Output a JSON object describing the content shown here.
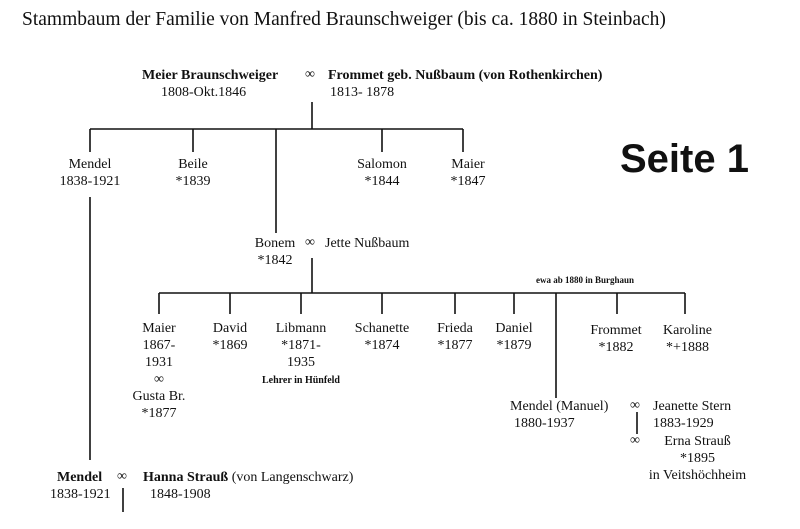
{
  "title": "Stammbaum der Familie von Manfred Braunschweiger (bis ca. 1880 in Steinbach)",
  "page_label": "Seite 1",
  "marriage_symbol": "∞",
  "root": {
    "husband": {
      "name": "Meier Braunschweiger",
      "dates": "1808-Okt.1846"
    },
    "wife": {
      "name": "Frommet geb. Nußbaum (von Rothenkirchen)",
      "dates": "1813- 1878"
    }
  },
  "gen2": [
    {
      "name": "Mendel",
      "dates": "1838-1921"
    },
    {
      "name": "Beile",
      "dates": "*1839"
    },
    {
      "name": "Bonem",
      "dates": "*1842",
      "spouse": "Jette Nußbaum"
    },
    {
      "name": "Salomon",
      "dates": "*1844"
    },
    {
      "name": "Maier",
      "dates": "*1847"
    }
  ],
  "note_burghaun": "ewa ab 1880 in Burghaun",
  "gen3": [
    {
      "name": "Maier",
      "dates": "1867-\n1931",
      "spouse": "Gusta Br.",
      "spouse_dates": "*1877"
    },
    {
      "name": "David",
      "dates": "*1869"
    },
    {
      "name": "Libmann",
      "dates": "*1871-\n1935",
      "note": "Lehrer in Hünfeld"
    },
    {
      "name": "Schanette",
      "dates": "*1874"
    },
    {
      "name": "Frieda",
      "dates": "*1877"
    },
    {
      "name": "Daniel",
      "dates": "*1879"
    },
    {
      "name": "Mendel (Manuel)",
      "dates": "1880-1937",
      "spouse1": "Jeanette Stern",
      "spouse1_dates": "1883-1929",
      "spouse2": "Erna Strauß",
      "spouse2_dates": "*1895",
      "spouse2_note": "in Veitshöchheim"
    },
    {
      "name": "Frommet",
      "dates": "*1882"
    },
    {
      "name": "Karoline",
      "dates": "*+1888"
    }
  ],
  "bottom": {
    "husband": {
      "name": "Mendel",
      "dates": "1838-1921"
    },
    "wife": {
      "name": "Hanna Strauß",
      "origin": "(von Langenschwarz)",
      "dates": "1848-1908"
    }
  }
}
